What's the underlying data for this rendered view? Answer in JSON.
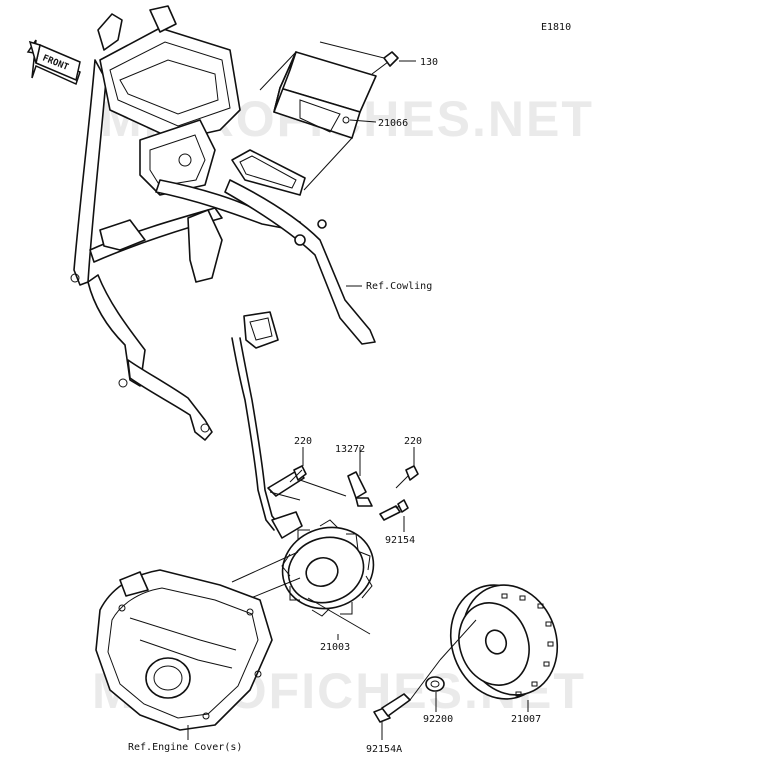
{
  "diagram_code": "E1810",
  "front_label": "FRONT",
  "watermarks": [
    "MICROFICHES.NET",
    "MICROFICHES.NET"
  ],
  "callouts": {
    "p130": "130",
    "p21066": "21066",
    "ref_cowling": "Ref.Cowling",
    "p220_left": "220",
    "p13272": "13272",
    "p220_right": "220",
    "p92154": "92154",
    "p21003": "21003",
    "p92200": "92200",
    "p21007": "21007",
    "p92154A": "92154A",
    "ref_engine_cover": "Ref.Engine Cover(s)"
  }
}
